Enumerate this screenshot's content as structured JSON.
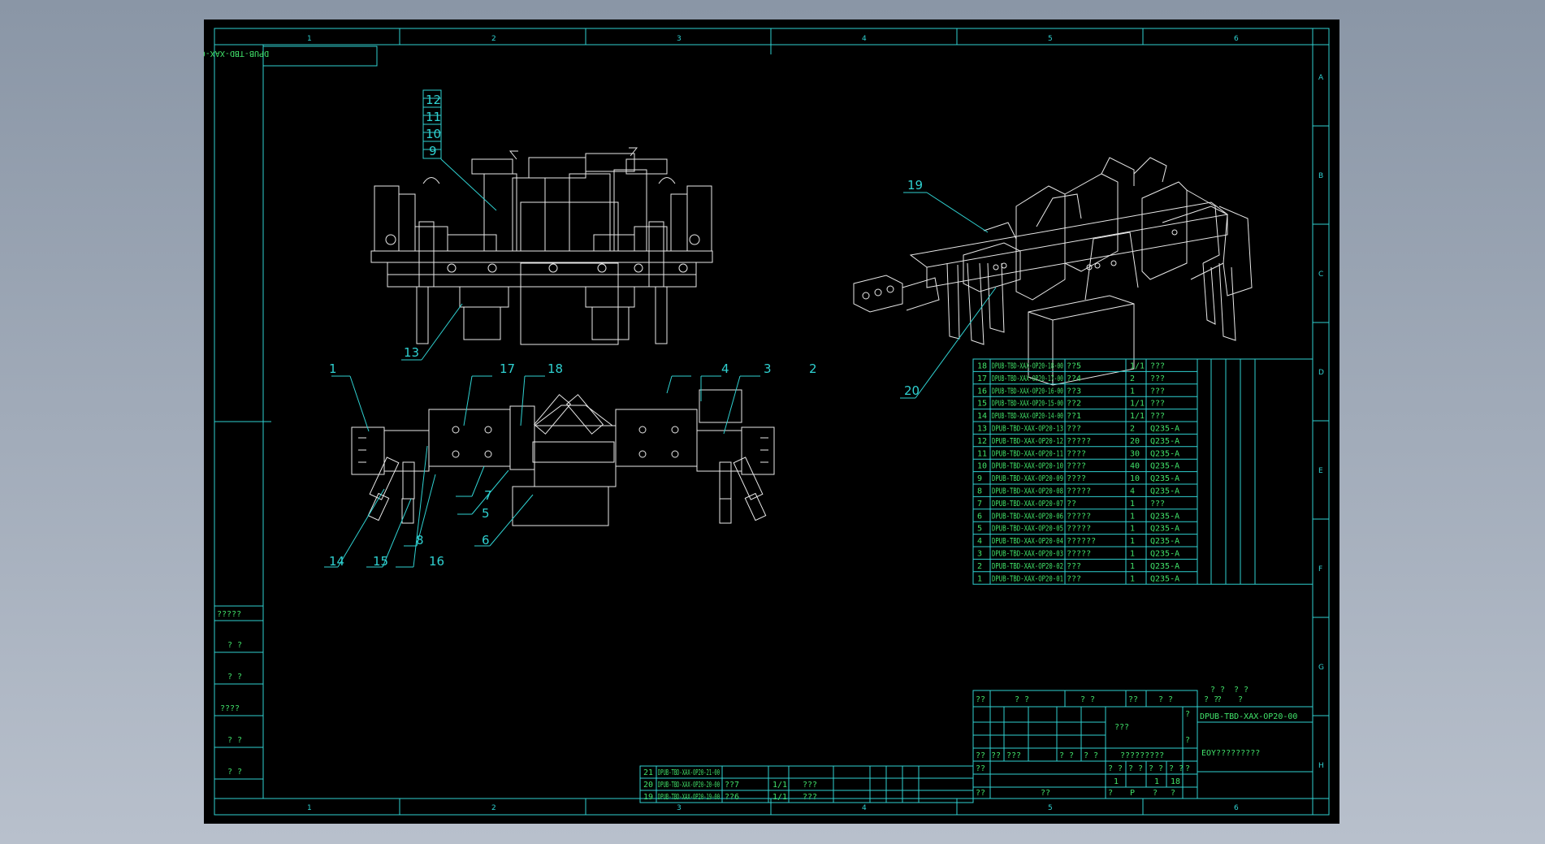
{
  "drawing": {
    "code": "DPUB-TBD-XAX-OP20-00",
    "title_note": "EOY?????????",
    "title_unknown": "???",
    "zone_columns": [
      "1",
      "2",
      "3",
      "4",
      "5",
      "6"
    ],
    "zone_rows": [
      "A",
      "B",
      "C",
      "D",
      "E",
      "F",
      "G",
      "H"
    ]
  },
  "side_labels": [
    "?????",
    "? ?",
    "? ?",
    "????",
    "? ?",
    "? ?"
  ],
  "balloons": {
    "top": [
      "12",
      "11",
      "10",
      "9",
      "13"
    ],
    "plan": [
      "1",
      "17",
      "18",
      "4",
      "3",
      "2",
      "7",
      "5",
      "6",
      "14",
      "15",
      "8",
      "16"
    ],
    "iso": [
      "19",
      "20"
    ]
  },
  "bom": [
    {
      "no": "18",
      "code": "DPUB-TBD-XAX-OP20-18-00",
      "name": "??5",
      "qty": "1/1",
      "material": "???"
    },
    {
      "no": "17",
      "code": "DPUB-TBD-XAX-OP20-17-00",
      "name": "??4",
      "qty": "2",
      "material": "???"
    },
    {
      "no": "16",
      "code": "DPUB-TBD-XAX-OP20-16-00",
      "name": "??3",
      "qty": "1",
      "material": "???"
    },
    {
      "no": "15",
      "code": "DPUB-TBD-XAX-OP20-15-00",
      "name": "??2",
      "qty": "1/1",
      "material": "???"
    },
    {
      "no": "14",
      "code": "DPUB-TBD-XAX-OP20-14-00",
      "name": "??1",
      "qty": "1/1",
      "material": "???"
    },
    {
      "no": "13",
      "code": "DPUB-TBD-XAX-OP20-13",
      "name": "???",
      "qty": "2",
      "material": "Q235-A"
    },
    {
      "no": "12",
      "code": "DPUB-TBD-XAX-OP20-12",
      "name": "?????",
      "qty": "20",
      "material": "Q235-A"
    },
    {
      "no": "11",
      "code": "DPUB-TBD-XAX-OP20-11",
      "name": "????",
      "qty": "30",
      "material": "Q235-A"
    },
    {
      "no": "10",
      "code": "DPUB-TBD-XAX-OP20-10",
      "name": "????",
      "qty": "40",
      "material": "Q235-A"
    },
    {
      "no": "9",
      "code": "DPUB-TBD-XAX-OP20-09",
      "name": "????",
      "qty": "10",
      "material": "Q235-A"
    },
    {
      "no": "8",
      "code": "DPUB-TBD-XAX-OP20-08",
      "name": "?????",
      "qty": "4",
      "material": "Q235-A"
    },
    {
      "no": "7",
      "code": "DPUB-TBD-XAX-OP20-07",
      "name": "??",
      "qty": "1",
      "material": "???"
    },
    {
      "no": "6",
      "code": "DPUB-TBD-XAX-OP20-06",
      "name": "?????",
      "qty": "1",
      "material": "Q235-A"
    },
    {
      "no": "5",
      "code": "DPUB-TBD-XAX-OP20-05",
      "name": "?????",
      "qty": "1",
      "material": "Q235-A"
    },
    {
      "no": "4",
      "code": "DPUB-TBD-XAX-OP20-04",
      "name": "??????",
      "qty": "1",
      "material": "Q235-A"
    },
    {
      "no": "3",
      "code": "DPUB-TBD-XAX-OP20-03",
      "name": "?????",
      "qty": "1",
      "material": "Q235-A"
    },
    {
      "no": "2",
      "code": "DPUB-TBD-XAX-OP20-02",
      "name": "???",
      "qty": "1",
      "material": "Q235-A"
    },
    {
      "no": "1",
      "code": "DPUB-TBD-XAX-OP20-01",
      "name": "???",
      "qty": "1",
      "material": "Q235-A"
    }
  ],
  "bom_header": [
    "??",
    "?  ?",
    "?  ?",
    "??",
    "?  ?",
    "?  ?"
  ],
  "bom_side_header": [
    "? ?",
    "? ?",
    "?",
    "?"
  ],
  "bom_lower": [
    {
      "no": "21",
      "code": "DPUB-TBD-XAX-OP20-21-00",
      "name": "",
      "qty": "",
      "material": ""
    },
    {
      "no": "20",
      "code": "DPUB-TBD-XAX-OP20-20-00",
      "name": "??7",
      "qty": "1/1",
      "material": "???"
    },
    {
      "no": "19",
      "code": "DPUB-TBD-XAX-OP20-19-00",
      "name": "??6",
      "qty": "1/1",
      "material": "???"
    }
  ],
  "title_block": {
    "row1": [
      "??",
      "??",
      "???",
      "? ?",
      "? ?",
      "?????????"
    ],
    "row2": [
      "??",
      "? ?",
      "? ?",
      "? ?",
      "? ?"
    ],
    "row3": [
      "1",
      "1",
      "18"
    ],
    "row4": [
      "??",
      "??",
      "?",
      "P",
      "?",
      "?"
    ],
    "side": [
      "?",
      "?",
      "?"
    ]
  }
}
